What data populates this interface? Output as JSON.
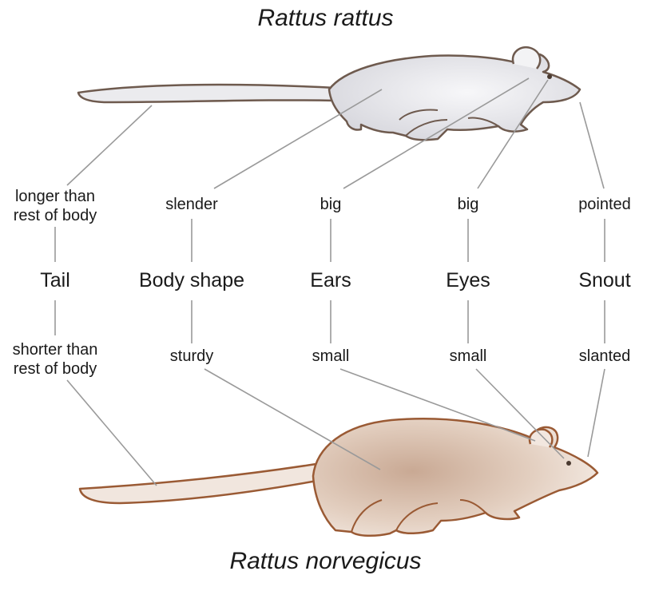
{
  "species": {
    "top": "Rattus rattus",
    "bottom": "Rattus norvegicus"
  },
  "traits": [
    {
      "name": "Tail",
      "rattus": "longer than rest of body",
      "norvegicus": "shorter than rest of body"
    },
    {
      "name": "Body shape",
      "rattus": "slender",
      "norvegicus": "sturdy"
    },
    {
      "name": "Ears",
      "rattus": "big",
      "norvegicus": "small"
    },
    {
      "name": "Eyes",
      "rattus": "big",
      "norvegicus": "small"
    },
    {
      "name": "Snout",
      "rattus": "pointed",
      "norvegicus": "slanted"
    }
  ],
  "colors": {
    "rattus_fill": "#e6e6ea",
    "rattus_stroke": "#6e5a4e",
    "norvegicus_fill": "#dcc4b4",
    "norvegicus_stroke": "#9a5a34",
    "connector": "#9a9a9a"
  }
}
